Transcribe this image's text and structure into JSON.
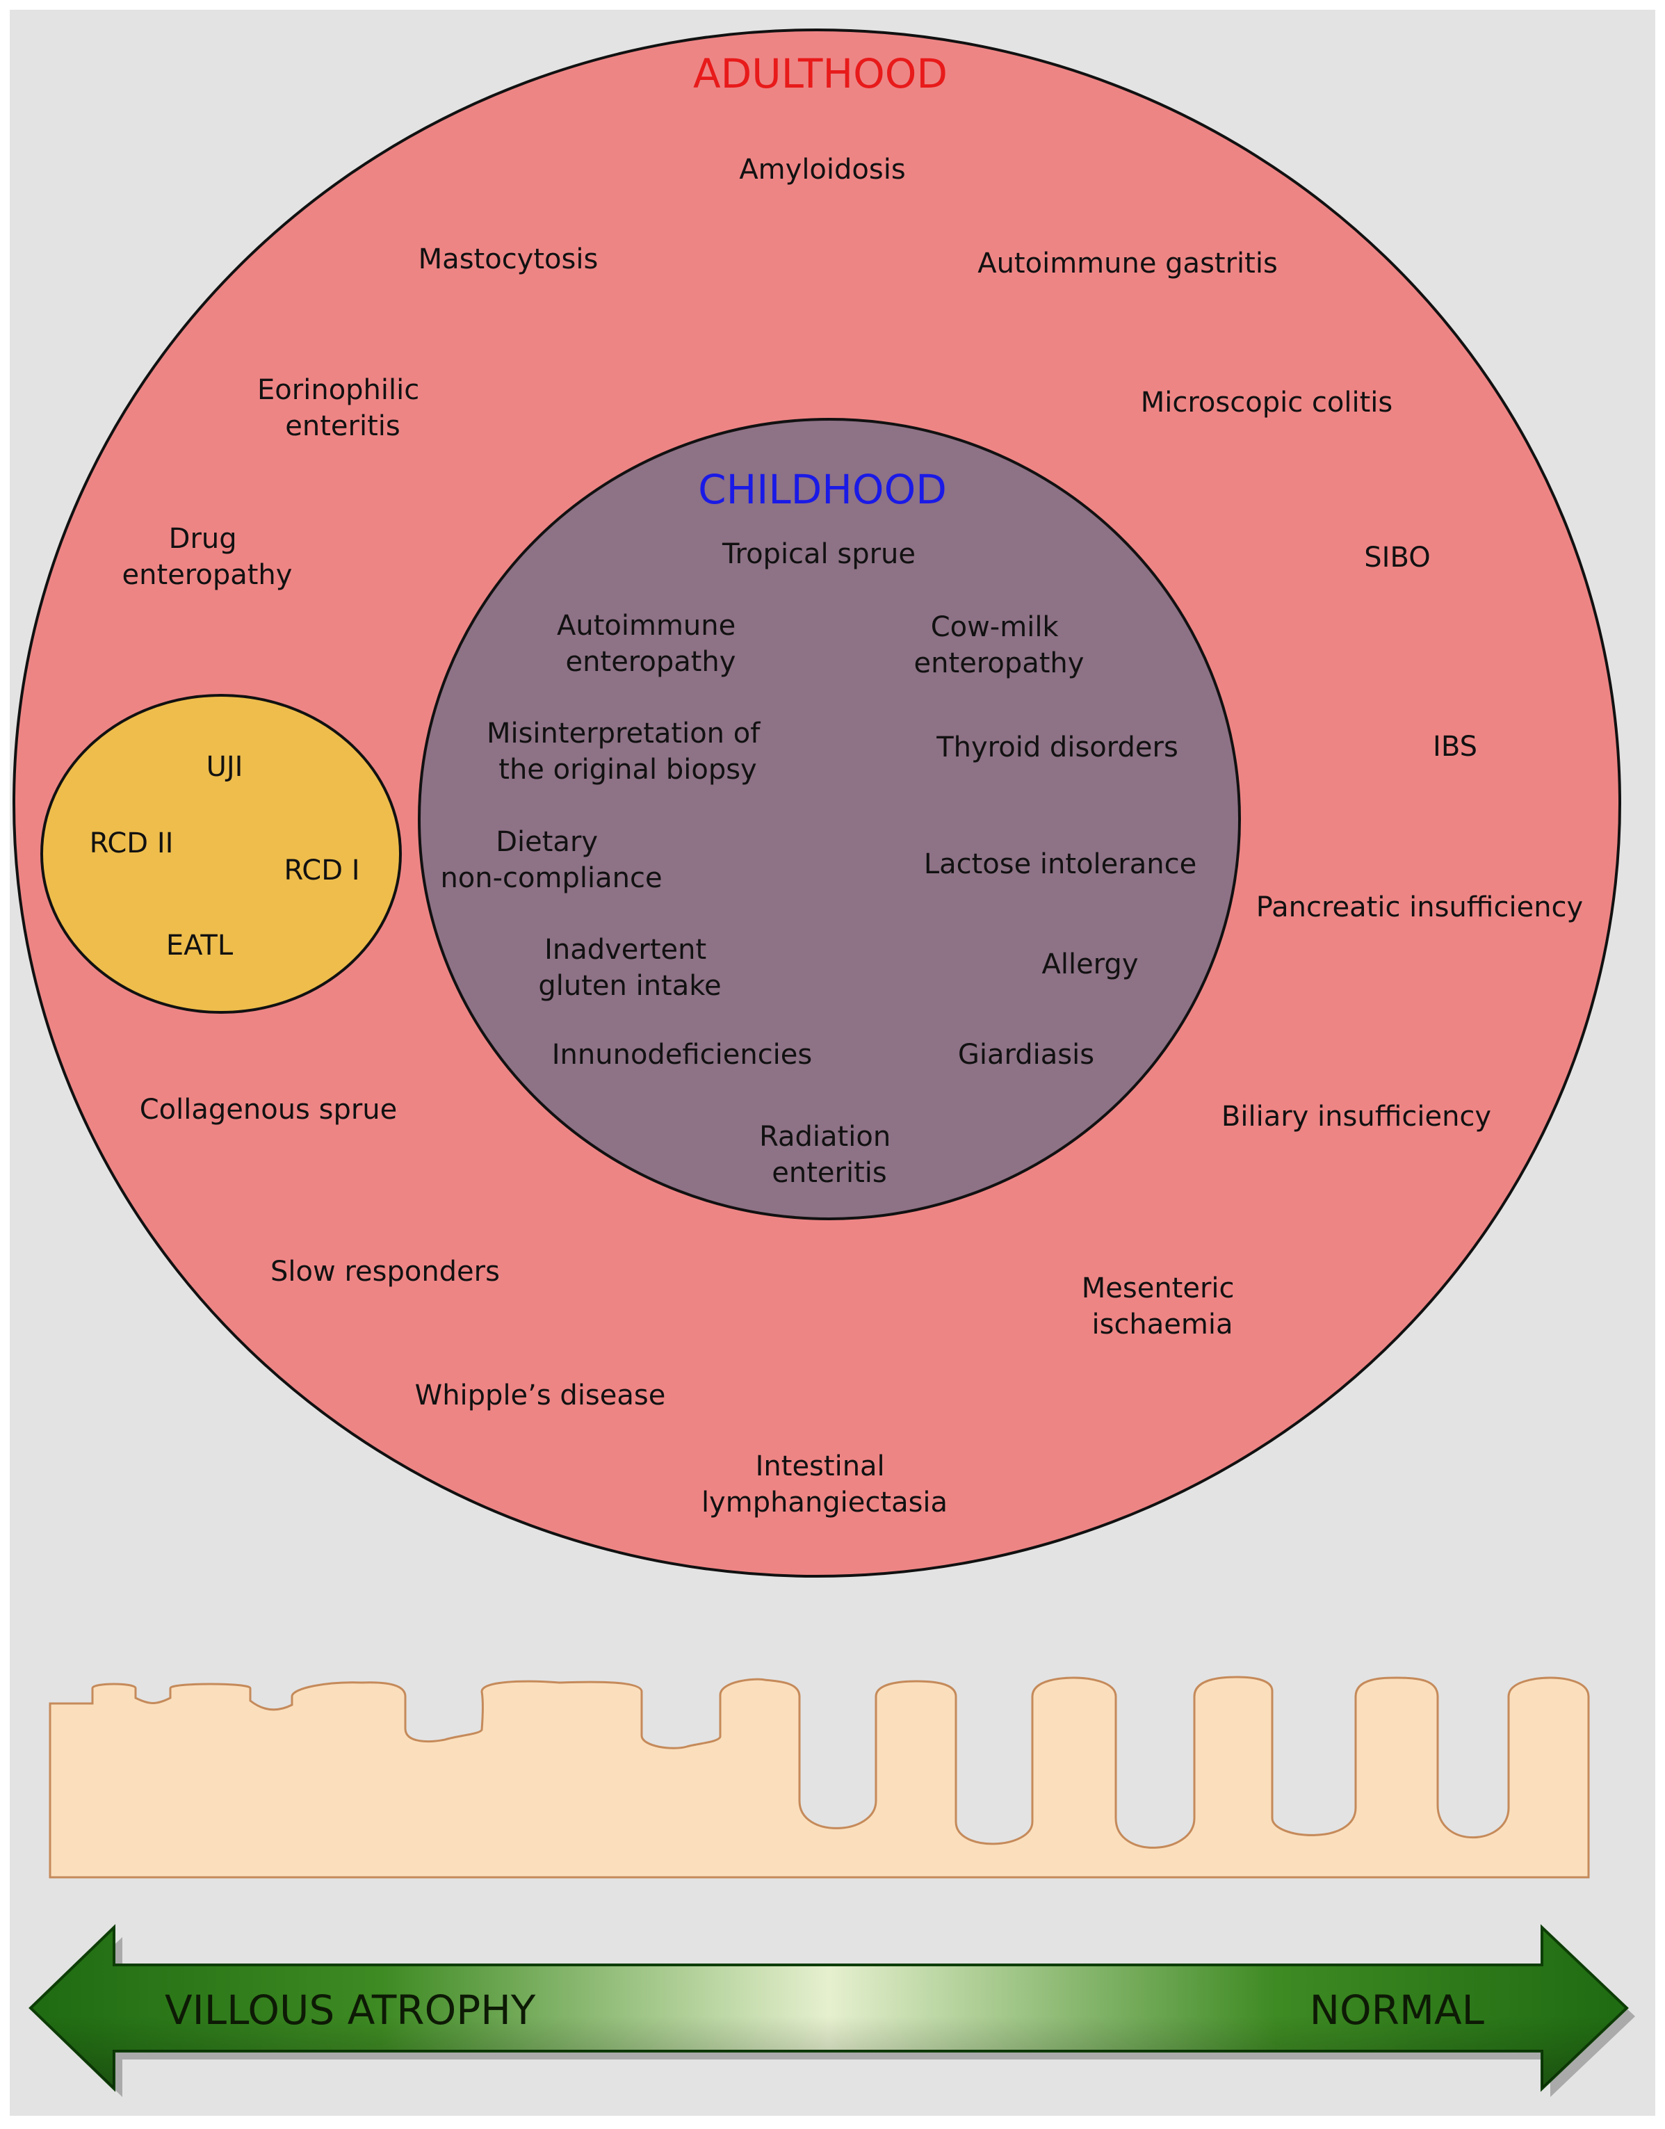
{
  "adulthood": {
    "title": "ADULTHOOD",
    "title_color": "#e81a1a",
    "fill_color": "#ee8585",
    "items": {
      "amyloidosis": "Amyloidosis",
      "mastocytosis": "Mastocytosis",
      "autoimmune_gastritis": "Autoimmune gastritis",
      "eosinophilic_enteritis": [
        "Eorinophilic",
        "enteritis"
      ],
      "microscopic_colitis": "Microscopic colitis",
      "drug_enteropathy": [
        "Drug",
        "enteropathy"
      ],
      "sibo": "SIBO",
      "ibs": "IBS",
      "pancreatic_insufficiency": "Pancreatic insufficiency",
      "collagenous_sprue": "Collagenous sprue",
      "biliary_insufficiency": "Biliary insufficiency",
      "slow_responders": "Slow responders",
      "mesenteric_ischaemia": [
        "Mesenteric",
        "ischaemia"
      ],
      "whipples_disease": "Whipple’s disease",
      "intestinal_lymphangiectasia": [
        "Intestinal",
        "lymphangiectasia"
      ]
    }
  },
  "childhood": {
    "title": "CHILDHOOD",
    "title_color": "#1a1ae6",
    "fill_color": "#8e7286",
    "items": {
      "tropical_sprue": "Tropical sprue",
      "autoimmune_enteropathy": [
        "Autoimmune",
        "enteropathy"
      ],
      "cow_milk_enteropathy": [
        "Cow-milk",
        "enteropathy"
      ],
      "misinterpretation": [
        "Misinterpretation of",
        "the original biopsy"
      ],
      "thyroid_disorders": "Thyroid disorders",
      "dietary_noncompliance": [
        "Dietary",
        "non-compliance"
      ],
      "lactose_intolerance": "Lactose  intolerance",
      "inadvertent_gluten": [
        "Inadvertent",
        "gluten intake"
      ],
      "allergy": "Allergy",
      "immunodeficiencies": "Innunodeficiencies",
      "giardiasis": "Giardiasis",
      "radiation_enteritis": [
        "Radiation",
        "enteritis"
      ]
    }
  },
  "refractory": {
    "fill_color": "#eebd4c",
    "items": {
      "uji": "UJI",
      "rcd2": "RCD II",
      "rcd1": "RCD I",
      "eatl": "EATL"
    }
  },
  "mucosa": {
    "fill_color": "#fbdfbd",
    "stroke_color": "#c58a5a"
  },
  "arrow": {
    "left_label": "VILLOUS ATROPHY",
    "right_label": "NORMAL",
    "dark_color": "#1f6b12",
    "light_color": "#e6f0cf"
  },
  "background_color": "#e3e3e3"
}
